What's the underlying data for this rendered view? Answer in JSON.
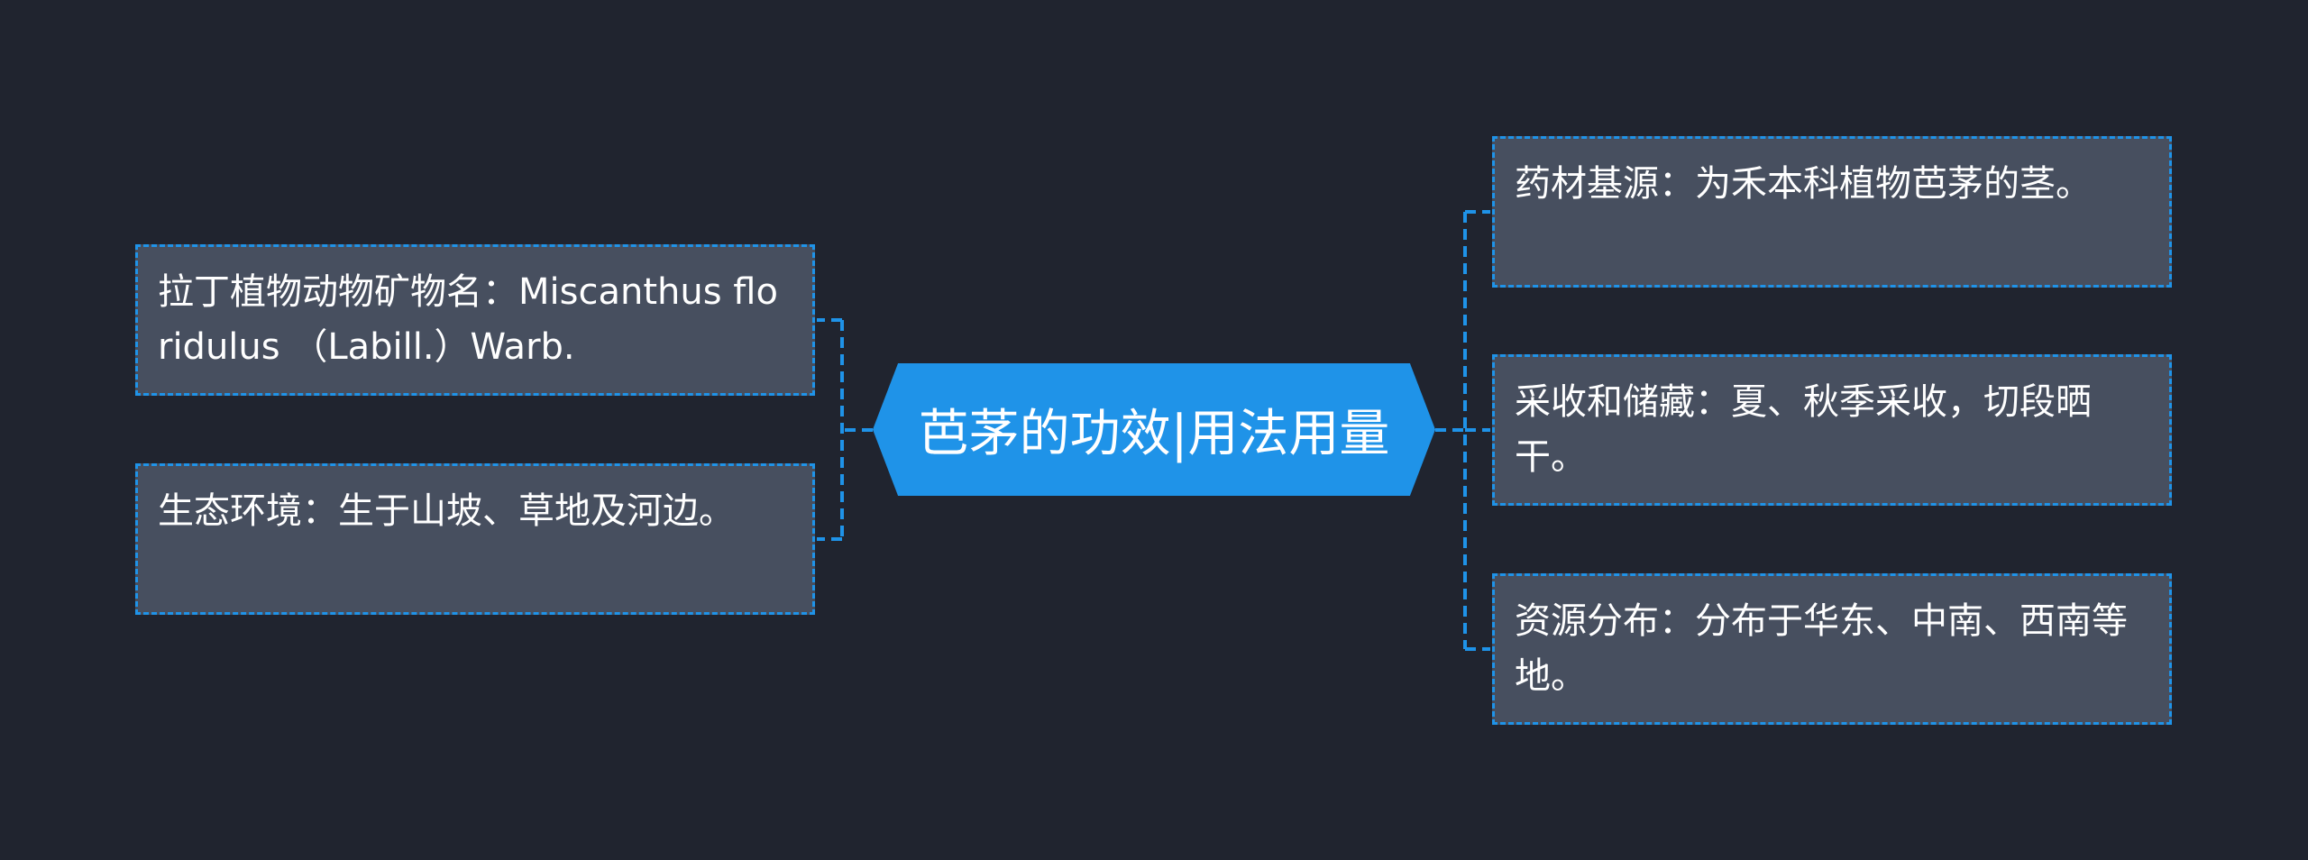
{
  "center": {
    "title": "芭茅的功效|用法用量"
  },
  "left_topics": [
    {
      "text": "拉丁植物动物矿物名：Miscanthus floridulus （Labill.）Warb."
    },
    {
      "text": "生态环境：生于山坡、草地及河边。"
    }
  ],
  "right_topics": [
    {
      "text": "药材基源：为禾本科植物芭茅的茎。"
    },
    {
      "text": "采收和储藏：夏、秋季采收，切段晒干。"
    },
    {
      "text": "资源分布：分布于华东、中南、西南等地。"
    }
  ],
  "colors": {
    "background": "#20242f",
    "center_fill": "#1f93e8",
    "topic_fill": "#474f5f",
    "connector": "#1f93e8",
    "text": "#ffffff"
  }
}
